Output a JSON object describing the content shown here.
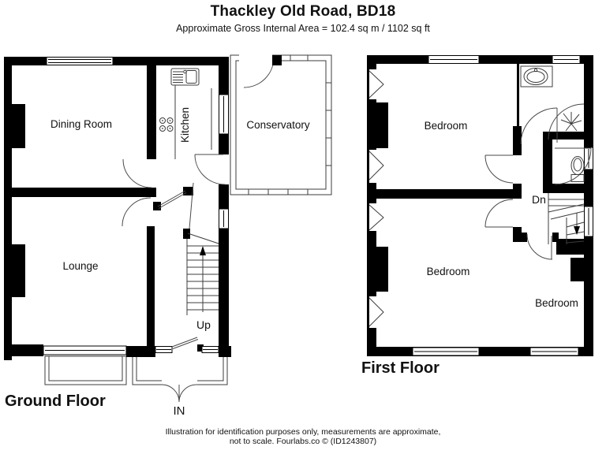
{
  "header": {
    "title": "Thackley Old Road, BD18",
    "subtitle": "Approximate Gross Internal Area = 102.4 sq m / 1102 sq ft"
  },
  "ground_floor": {
    "label": "Ground Floor",
    "rooms": {
      "dining": "Dining Room",
      "kitchen": "Kitchen",
      "conservatory": "Conservatory",
      "lounge": "Lounge"
    },
    "stairs": "Up",
    "entrance": "IN"
  },
  "first_floor": {
    "label": "First Floor",
    "rooms": {
      "bedroom1": "Bedroom",
      "bedroom2": "Bedroom",
      "bedroom3": "Bedroom"
    },
    "stairs": "Dn"
  },
  "footer": {
    "line1": "Illustration for identification purposes only, measurements are approximate,",
    "line2": "not to scale. Fourlabs.co © (ID1243807)"
  },
  "colors": {
    "wall": "#000000",
    "line": "#3c3c3c",
    "background": "#ffffff"
  }
}
